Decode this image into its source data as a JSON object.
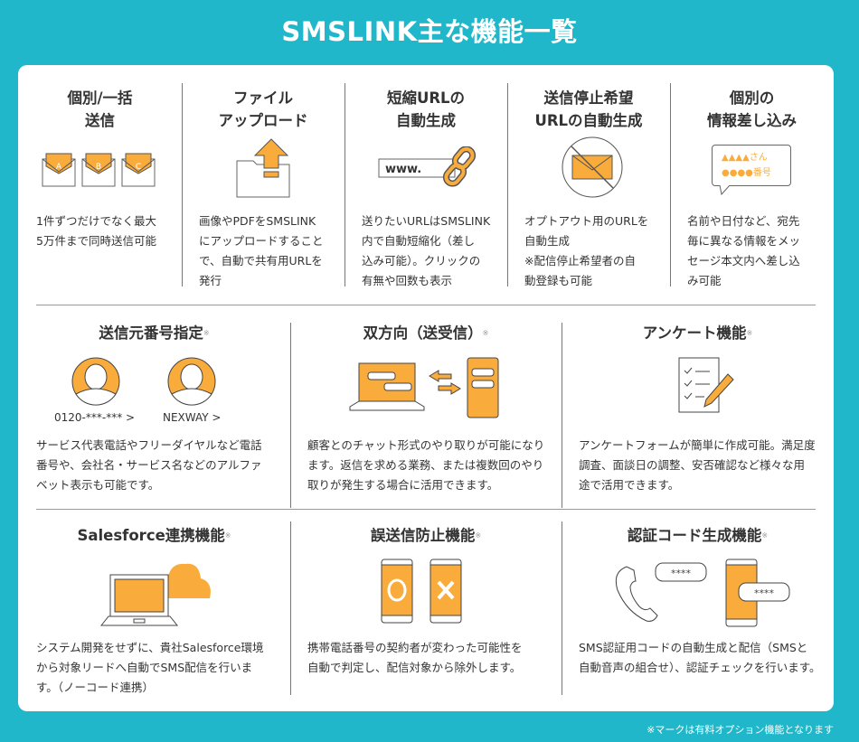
{
  "title": "SMSLINK主な機能一覧",
  "colors": {
    "background": "#1fb7c9",
    "accent": "#f9ac3b"
  },
  "option_mark": "※",
  "row1": [
    {
      "title": [
        "個別/一括",
        "送信"
      ],
      "icon": "envelopes-abc-icon",
      "letters": [
        "A",
        "B",
        "C"
      ],
      "desc": [
        "1件ずつだけでなく最大",
        "5万件まで同時送信可能"
      ]
    },
    {
      "title": [
        "ファイル",
        "アップロード"
      ],
      "icon": "file-upload-icon",
      "desc": [
        "画像やPDFをSMSLINK",
        "にアップロードすること",
        "で、自動で共有用URLを",
        "発行"
      ]
    },
    {
      "title": [
        "短縮URLの",
        "自動生成"
      ],
      "icon": "url-link-icon",
      "url_text": "www.",
      "desc": [
        "送りたいURLはSMSLINK",
        "内で自動短縮化（差し",
        "込み可能）。クリックの",
        "有無や回数も表示"
      ]
    },
    {
      "title": [
        "送信停止希望",
        "URLの自動生成"
      ],
      "icon": "no-mail-icon",
      "desc": [
        "オプトアウト用のURLを",
        "自動生成",
        "※配信停止希望者の自",
        "動登録も可能"
      ]
    },
    {
      "title": [
        "個別の",
        "情報差し込み"
      ],
      "icon": "speech-bubble-icon",
      "bubble": [
        "▲▲▲▲さん",
        "●●●●番号"
      ],
      "desc": [
        "名前や日付など、宛先",
        "毎に異なる情報をメッ",
        "セージ本文内へ差し込",
        "み可能"
      ]
    }
  ],
  "row2": [
    {
      "title": "送信元番号指定",
      "icon": "sender-avatars-icon",
      "labels": [
        "0120-***-*** >",
        "NEXWAY >"
      ],
      "desc": [
        "サービス代表電話やフリーダイヤルなど電話",
        "番号や、会社名・サービス名などのアルファ",
        "ベット表示も可能です。"
      ]
    },
    {
      "title": "双方向（送受信）",
      "icon": "two-way-chat-icon",
      "desc": [
        "顧客とのチャット形式のやり取りが可能になり",
        "ます。返信を求める業務、または複数回のやり",
        "取りが発生する場合に活用できます。"
      ]
    },
    {
      "title": "アンケート機能",
      "icon": "survey-icon",
      "desc": [
        "アンケートフォームが簡単に作成可能。満足度",
        "調査、面談日の調整、安否確認など様々な用",
        "途で活用できます。"
      ]
    }
  ],
  "row3": [
    {
      "title": "Salesforce連携機能",
      "icon": "cloud-laptop-icon",
      "desc": [
        "システム開発をせずに、貴社Salesforce環境",
        "から対象リードへ自動でSMS配信を行いま",
        "す。（ノーコード連携）"
      ]
    },
    {
      "title": "誤送信防止機能",
      "icon": "phones-ox-icon",
      "desc": [
        "携帯電話番号の契約者が変わった可能性を",
        "自動で判定し、配信対象から除外します。"
      ]
    },
    {
      "title": "認証コード生成機能",
      "icon": "auth-code-icon",
      "code": "****",
      "desc": [
        "SMS認証用コードの自動生成と配信（SMSと",
        "自動音声の組合せ）、認証チェックを行います。"
      ]
    }
  ],
  "footnote": "※マークは有料オプション機能となります"
}
